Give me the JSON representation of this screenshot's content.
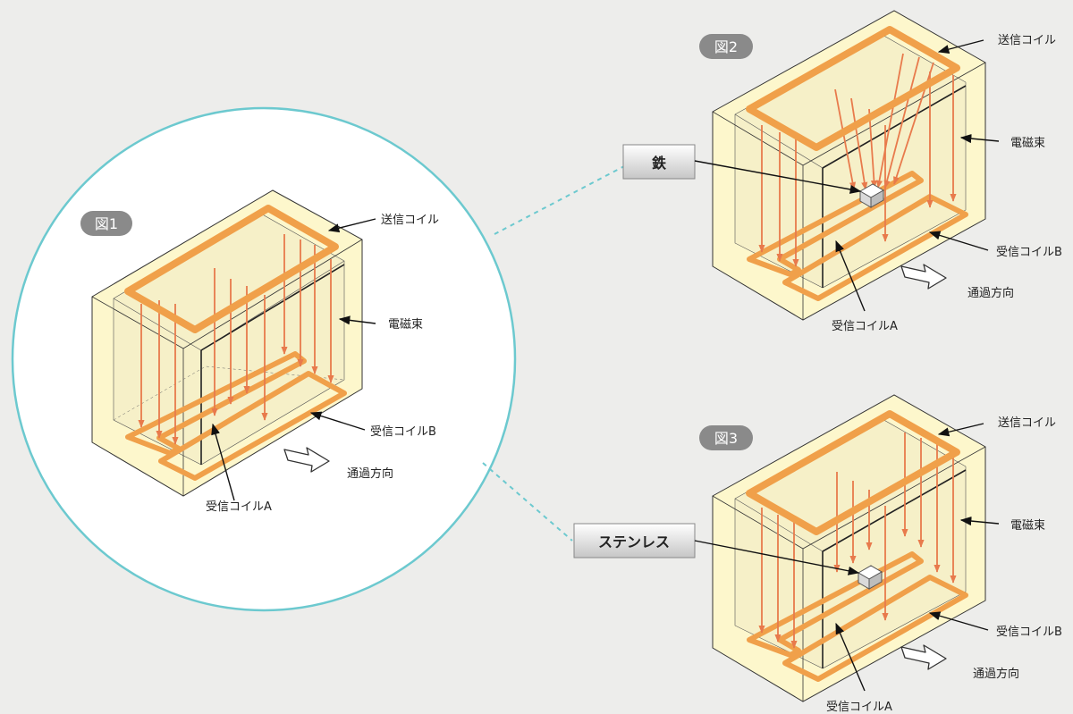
{
  "colors": {
    "background": "#ededeb",
    "circle": "#6cc9cf",
    "box_fill": "#fdf7cc",
    "box_inner": "#f2ecc8",
    "coil": "#f0a04a",
    "flux": "#e87a4c",
    "badge": "#8a8a8a",
    "label_box_top": "#ffffff",
    "label_box_bottom": "#c9c9c9"
  },
  "figure1": {
    "badge": "図1",
    "transmit_coil": "送信コイル",
    "flux": "電磁束",
    "receive_coil_b": "受信コイルB",
    "receive_coil_a": "受信コイルA",
    "direction": "通過方向"
  },
  "figure2": {
    "badge": "図2",
    "transmit_coil": "送信コイル",
    "flux": "電磁束",
    "receive_coil_b": "受信コイルB",
    "receive_coil_a": "受信コイルA",
    "direction": "通過方向",
    "material": "鉄"
  },
  "figure3": {
    "badge": "図3",
    "transmit_coil": "送信コイル",
    "flux": "電磁束",
    "receive_coil_b": "受信コイルB",
    "receive_coil_a": "受信コイルA",
    "direction": "通過方向",
    "material": "ステンレス"
  }
}
